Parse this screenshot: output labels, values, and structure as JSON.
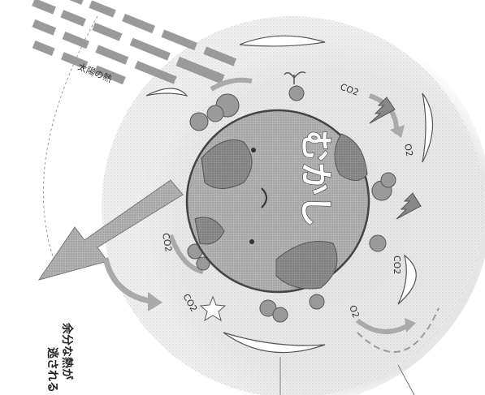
{
  "illustration": {
    "sun_label": "太陽の熱",
    "earth_label": "むかし",
    "molecules": [
      "CO2",
      "O2",
      "CO2",
      "CO2",
      "O2",
      "CO2"
    ],
    "caption_lines": [
      "余分な熱が",
      "逃される"
    ]
  }
}
